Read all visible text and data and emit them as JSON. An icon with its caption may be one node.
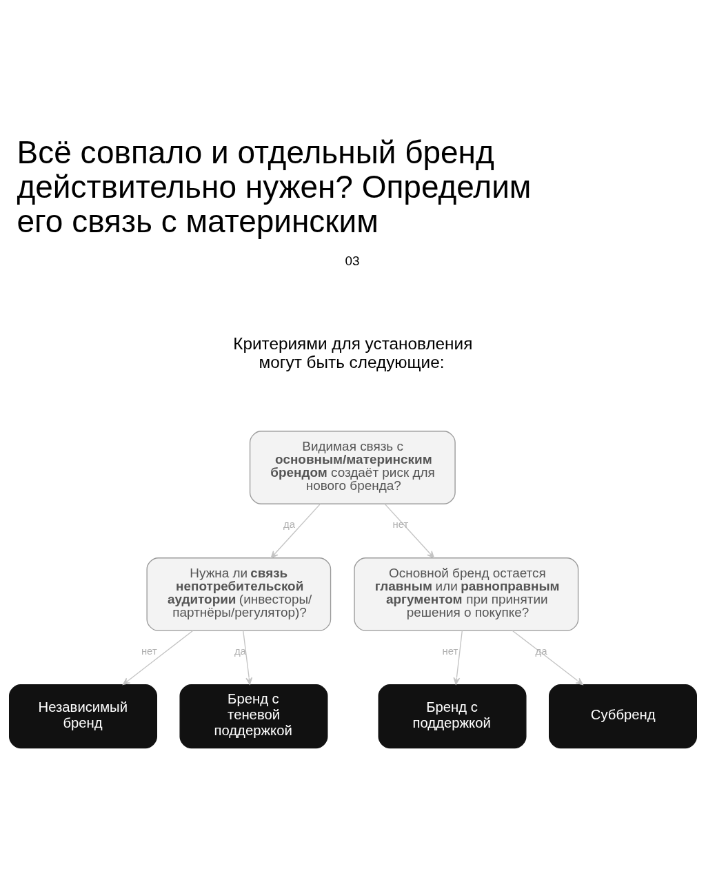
{
  "diagram": {
    "title": "Всё совпало и отдельный бренд действительно нужен? Определим его связь с материнским",
    "nodes": [
      {
        "text": [
          "Видимая связь с **основным/материнским брендом** создаёт риск для нового бренда?"
        ]
      },
      {
        "text": [
          "Нужна ли **связь непотребительской аудитории** (инвесторы/ партнёры/регулятор)?"
        ]
      },
      {
        "text": [
          "Основной бренд остается **главным** или **равноправным аргументом** при принятии решения о покупке?"
        ]
      },
      {
        "text": [
          "Независимый бренд"
        ]
      },
      {
        "text": [
          "Бренд с теневой поддержкой"
        ]
      },
      {
        "text": [
          "Бренд с поддержкой"
        ]
      },
      {
        "text": [
          "Суббренд"
        ]
      }
    ],
    "edges": [
      {
        "from": 0,
        "to": 1,
        "arrow": "to",
        "label": "да"
      },
      {
        "from": 0,
        "to": 2,
        "arrow": "to",
        "label": "нет"
      },
      {
        "from": 1,
        "to": 3,
        "arrow": "to",
        "label": "нет"
      },
      {
        "from": 1,
        "to": 4,
        "arrow": "to",
        "label": "да"
      },
      {
        "from": 2,
        "to": 5,
        "arrow": "to",
        "label": "нет"
      },
      {
        "from": 2,
        "to": 6,
        "arrow": "to",
        "label": "да"
      }
    ],
    "labels": [
      "03",
      "Критериями для установления могут быть следующие:"
    ]
  }
}
